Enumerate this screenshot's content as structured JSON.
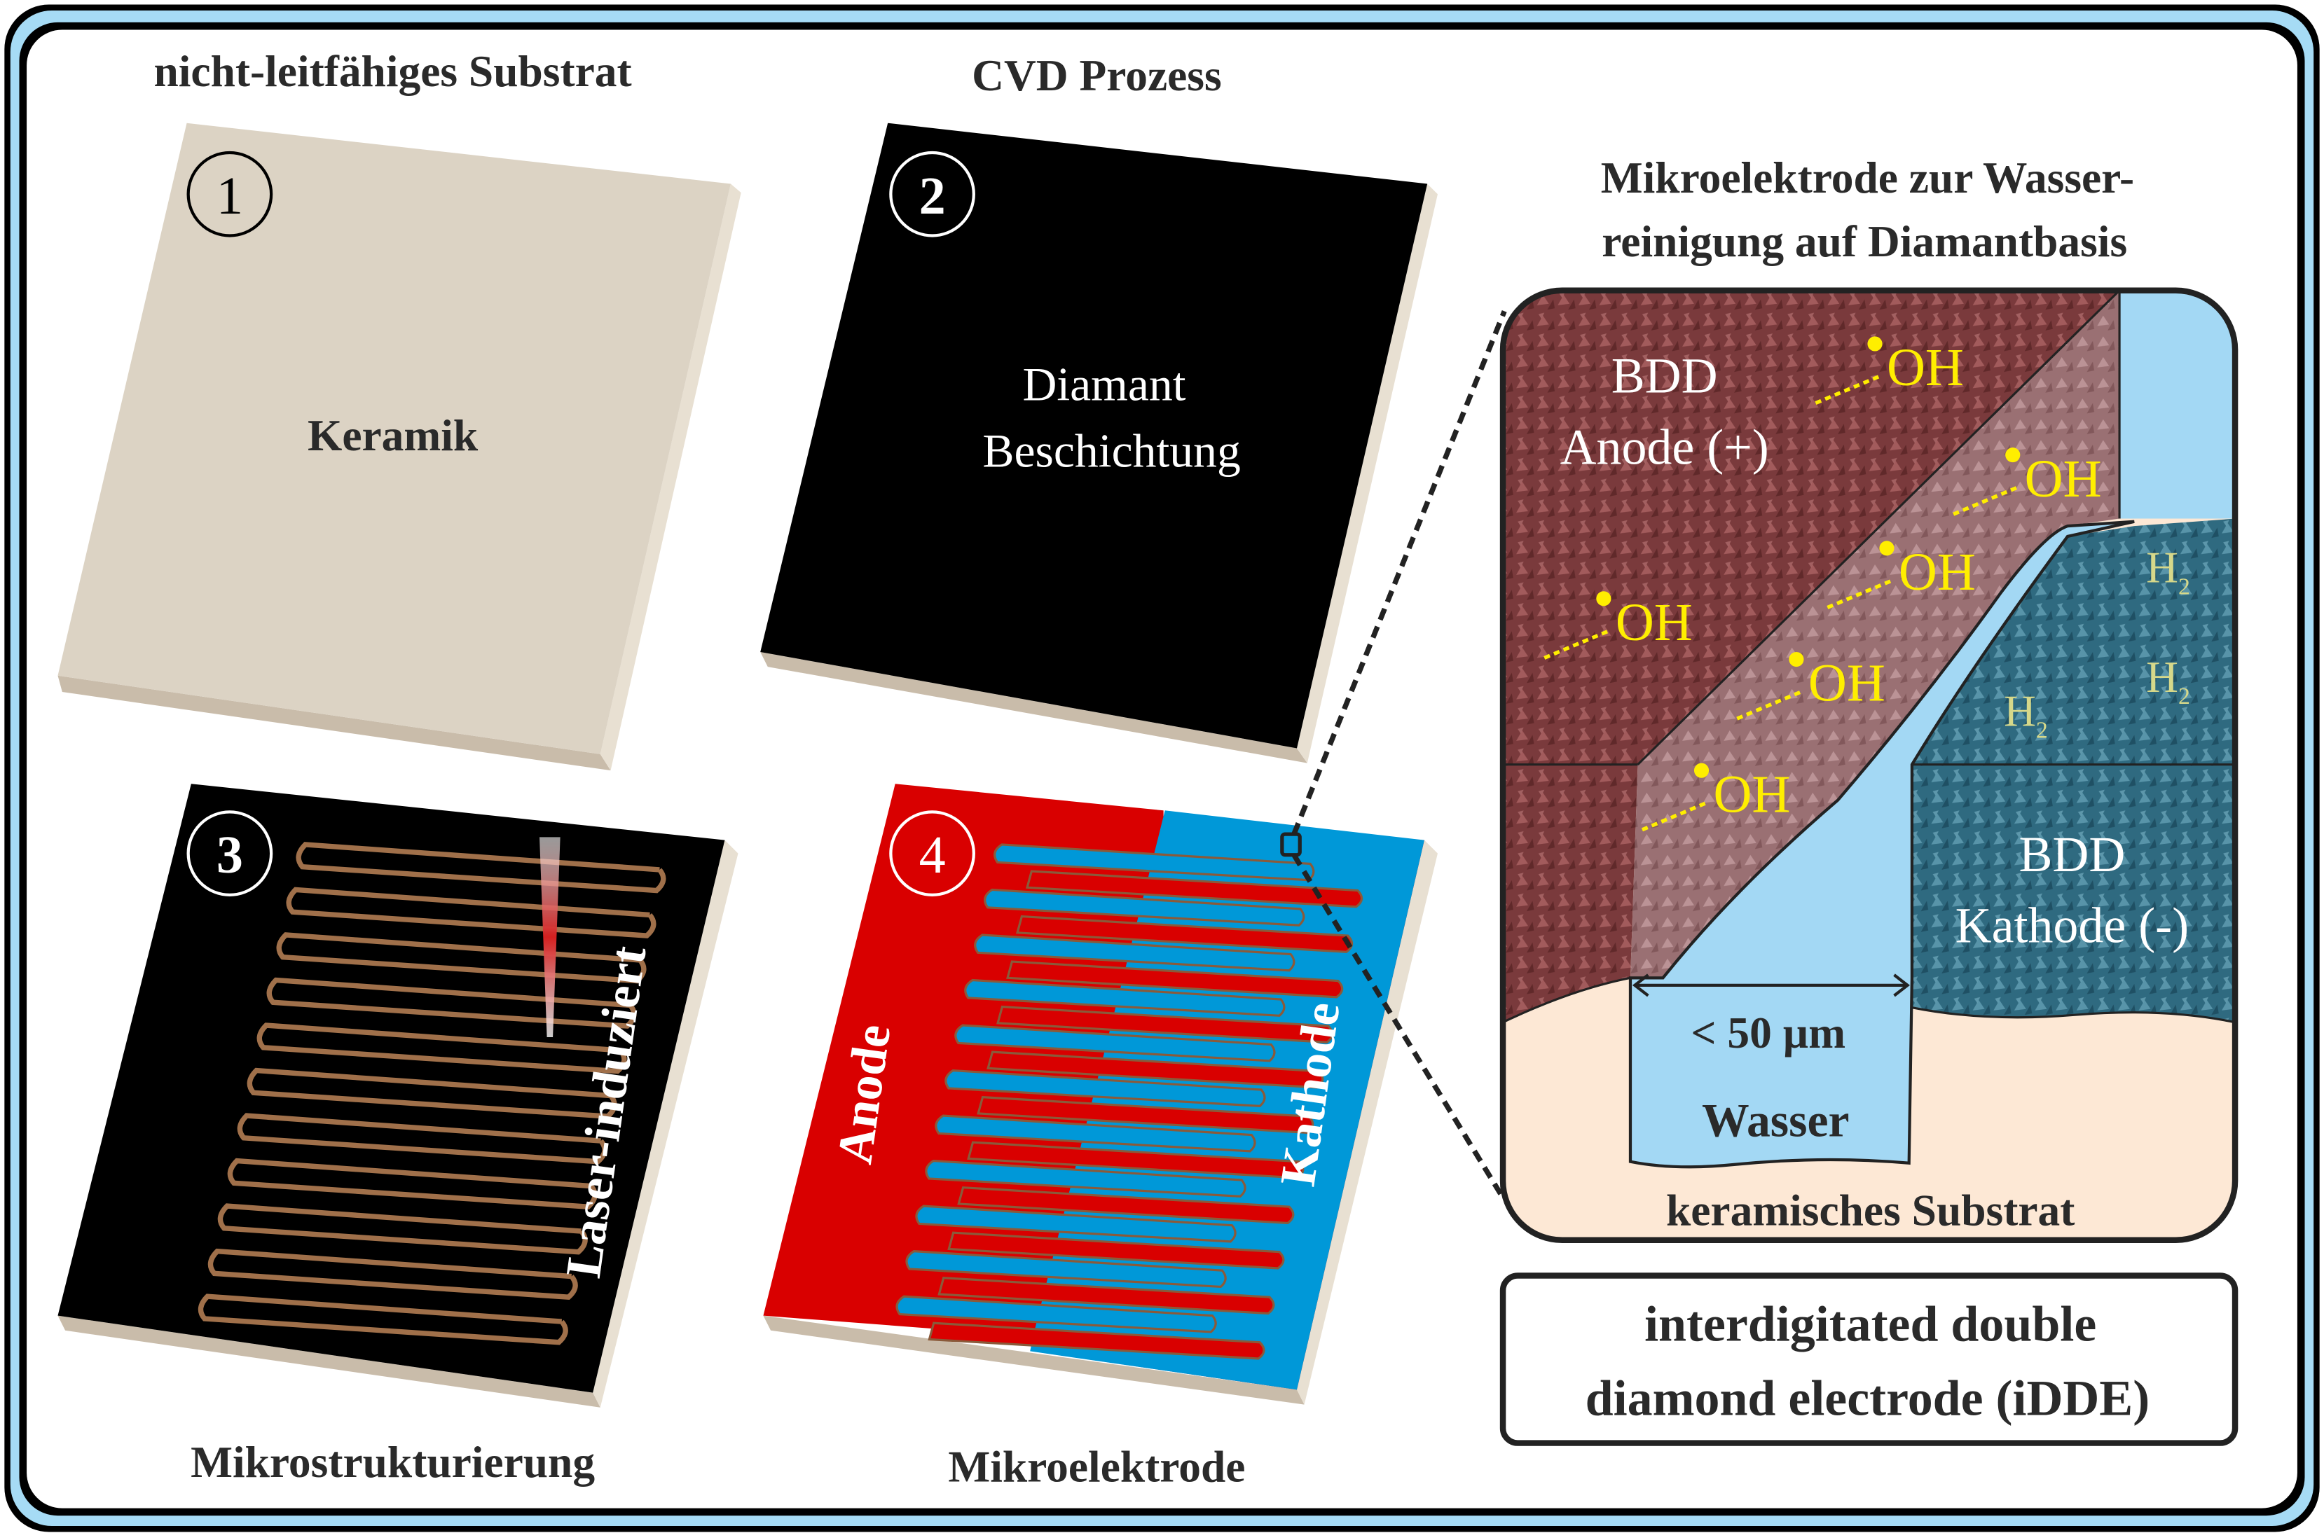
{
  "titles": {
    "step1": "nicht-leitfähiges Substrat",
    "step2": "CVD Prozess",
    "step3": "Mikrostrukturierung",
    "step4": "Mikroelektrode",
    "detail_line1": "Mikroelektrode zur Wasser-",
    "detail_line2": "reinigung auf Diamantbasis"
  },
  "steps": [
    {
      "number": "1",
      "label": "Keramik"
    },
    {
      "number": "2",
      "label_line1": "Diamant",
      "label_line2": "Beschichtung"
    },
    {
      "number": "3",
      "label": "Laser-induziert"
    },
    {
      "number": "4",
      "anode_label": "Anode",
      "cathode_label": "Kathode"
    }
  ],
  "detail": {
    "anode_line1": "BDD",
    "anode_line2": "Anode (+)",
    "cathode_line1": "BDD",
    "cathode_line2": "Kathode (-)",
    "radical": "OH",
    "radical_dot": "•",
    "hydrogen": "H",
    "hydrogen_sub": "2",
    "gap_label": "< 50 µm",
    "water_label": "Wasser",
    "substrate_label": "keramisches Substrat"
  },
  "caption": {
    "line1": "interdigitated double",
    "line2": "diamond electrode (iDDE)"
  },
  "colors": {
    "frame_blue": "#a6dbf5",
    "ceramic": "#dcd3c4",
    "anode_red": "#d90000",
    "cathode_blue": "#0098d8",
    "bdd_anode": "#7a3a3c",
    "bdd_cathode": "#2f6a80",
    "water": "#a3d8f4",
    "substrate": "#fde8d5",
    "radical_yellow": "#ffee00",
    "hydrogen_green": "#d6d88a"
  }
}
